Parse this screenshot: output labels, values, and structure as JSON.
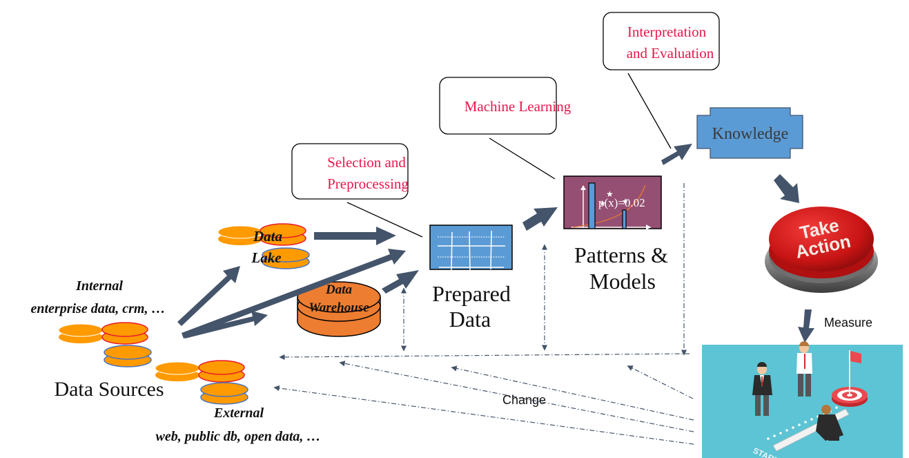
{
  "title": "Knowledge discovery process: from data sources to action",
  "colors": {
    "arrow": "#44546a",
    "step_text": "#e8174b",
    "db_orange": "#ff9a00",
    "db_red_outline": "#e8192c",
    "db_blue_outline": "#4472c4",
    "warehouse": "#ed7d31",
    "prepared_data_fill": "#5b9bd5",
    "model_fill": "#954f72",
    "knowledge_fill": "#5b9bd5",
    "button_red": "#d81e1e",
    "photo_bg": "#5cc4d4"
  },
  "steps": [
    {
      "id": "selection",
      "lines": [
        "Selection and",
        "Preprocessing"
      ]
    },
    {
      "id": "ml",
      "lines": [
        "Machine Learning"
      ]
    },
    {
      "id": "interpretation",
      "lines": [
        "Interpretation",
        "and Evaluation"
      ]
    }
  ],
  "sources": {
    "internal": {
      "heading": "Internal",
      "detail": "enterprise data, crm, …"
    },
    "external": {
      "heading": "External",
      "detail": "web, public db, open data, …"
    },
    "label": "Data Sources"
  },
  "stores": {
    "lake": [
      "Data",
      "Lake"
    ],
    "warehouse": [
      "Data",
      "Warehouse"
    ]
  },
  "prepared": [
    "Prepared",
    "Data"
  ],
  "patterns": {
    "lines": [
      "Patterns &",
      "Models"
    ],
    "formula": "p(x)=0.02"
  },
  "knowledge": "Knowledge",
  "action_button": [
    "Take",
    "Action"
  ],
  "measure_label": "Measure",
  "change_label": "Change",
  "photo": {
    "ground_text": "START"
  }
}
